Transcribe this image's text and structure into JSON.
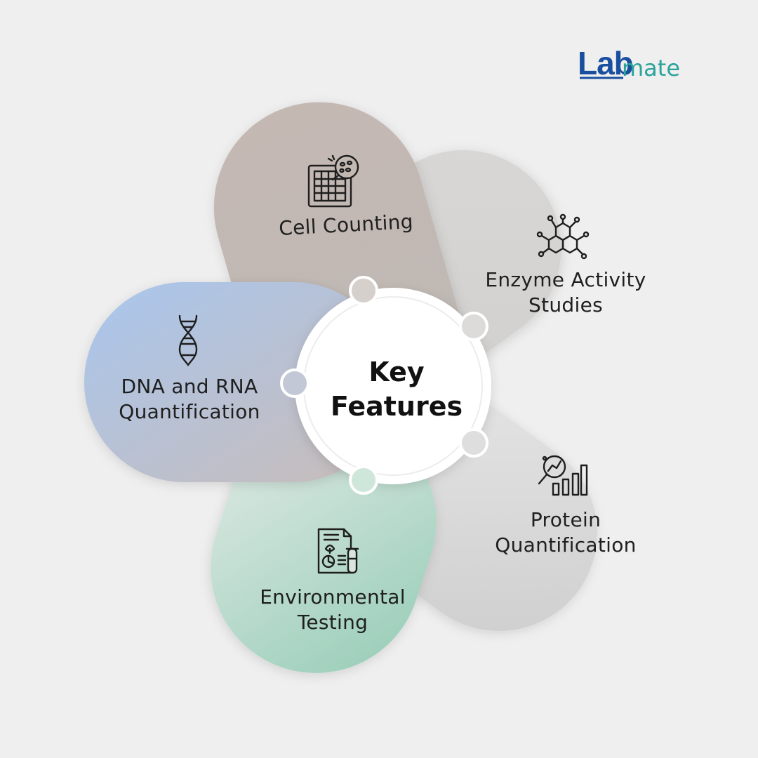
{
  "logo": {
    "part1": "Lab",
    "part2": "mate"
  },
  "center": {
    "line1": "Key",
    "line2": "Features"
  },
  "features": [
    {
      "id": "cell-counting",
      "line1": "Cell Counting",
      "line2": "",
      "icon": "cell-counter-icon"
    },
    {
      "id": "enzyme-activity",
      "line1": "Enzyme Activity",
      "line2": "Studies",
      "icon": "molecule-icon"
    },
    {
      "id": "protein-quantification",
      "line1": "Protein",
      "line2": "Quantification",
      "icon": "analytics-chart-icon"
    },
    {
      "id": "environmental-testing",
      "line1": "Environmental",
      "line2": "Testing",
      "icon": "report-test-tube-icon"
    },
    {
      "id": "dna-rna",
      "line1": "DNA and RNA",
      "line2": "Quantification",
      "icon": "dna-helix-icon"
    }
  ],
  "colors": {
    "background": "#efefef",
    "brand_blue": "#1a4fa0",
    "brand_teal": "#2aa39a",
    "petal_cell": "#c2bab6",
    "petal_enzyme": "#d6d4d2",
    "petal_protein": "#d2d1d1",
    "petal_environmental": "#a5d4bf",
    "petal_dna": "#afc4e8"
  }
}
